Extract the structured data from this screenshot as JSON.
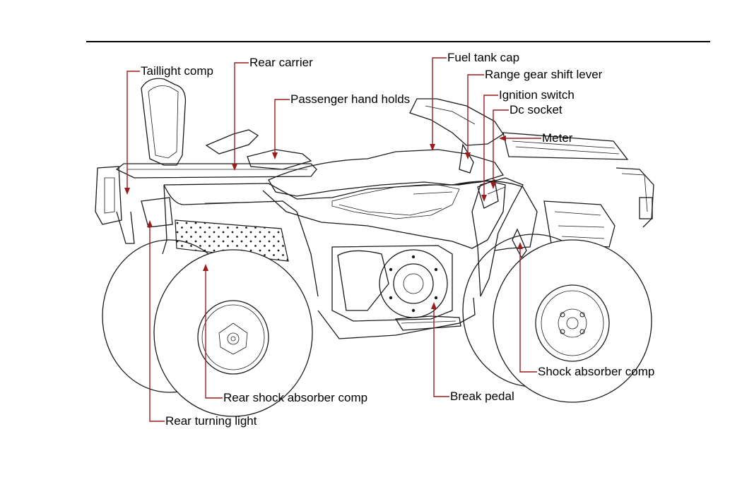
{
  "diagram": {
    "labels": {
      "taillight_comp": "Taillight comp",
      "rear_carrier": "Rear carrier",
      "passenger_hand_holds": "Passenger hand holds",
      "fuel_tank_cap": "Fuel tank cap",
      "range_gear_shift_lever": "Range gear shift lever",
      "ignition_switch": "Ignition switch",
      "dc_socket": "Dc socket",
      "meter": "Meter",
      "shock_absorber_comp": "Shock absorber comp",
      "break_pedal": "Break pedal",
      "rear_shock_absorber_comp": "Rear shock absorber comp",
      "rear_turning_light": "Rear turning light"
    },
    "colors": {
      "leader_line": "#9b1c1c",
      "outline": "#1a1a1a",
      "header_rule": "#000000"
    }
  }
}
